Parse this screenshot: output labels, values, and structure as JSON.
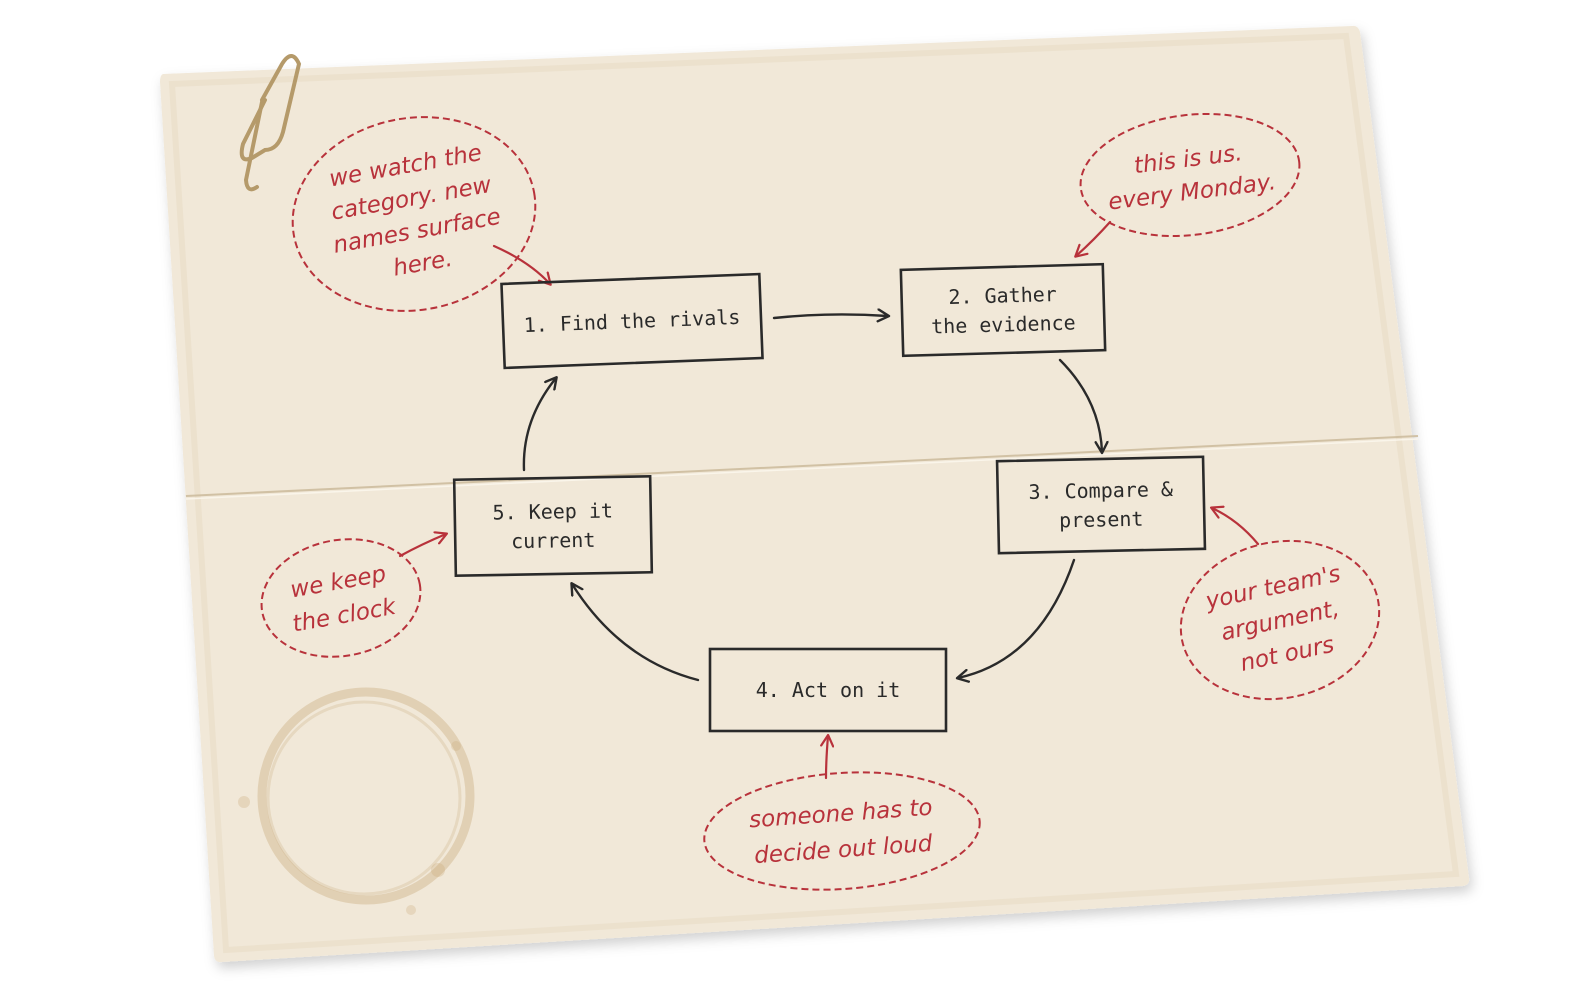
{
  "colors": {
    "paper": "#f1e8d8",
    "paper_edge": "#e2d4bb",
    "ink": "#2a2a2a",
    "annotation": "#b8323b",
    "stain": "#c9a878",
    "clip": "#b59a6a"
  },
  "decorations": [
    "paperclip-icon",
    "coffee-ring-stain"
  ],
  "steps": [
    {
      "lines": [
        "1. Find the rivals"
      ]
    },
    {
      "lines": [
        "2. Gather",
        "the evidence"
      ]
    },
    {
      "lines": [
        "3. Compare &",
        "present"
      ]
    },
    {
      "lines": [
        "4. Act on it"
      ]
    },
    {
      "lines": [
        "5. Keep it",
        "current"
      ]
    }
  ],
  "notes": [
    {
      "lines": [
        "we watch the",
        "category. new",
        "names surface",
        "here."
      ]
    },
    {
      "lines": [
        "this is us.",
        "every Monday."
      ]
    },
    {
      "lines": [
        "your team's",
        "argument,",
        "not ours"
      ]
    },
    {
      "lines": [
        "someone has to",
        "decide out loud"
      ]
    },
    {
      "lines": [
        "we keep",
        "the clock"
      ]
    }
  ]
}
